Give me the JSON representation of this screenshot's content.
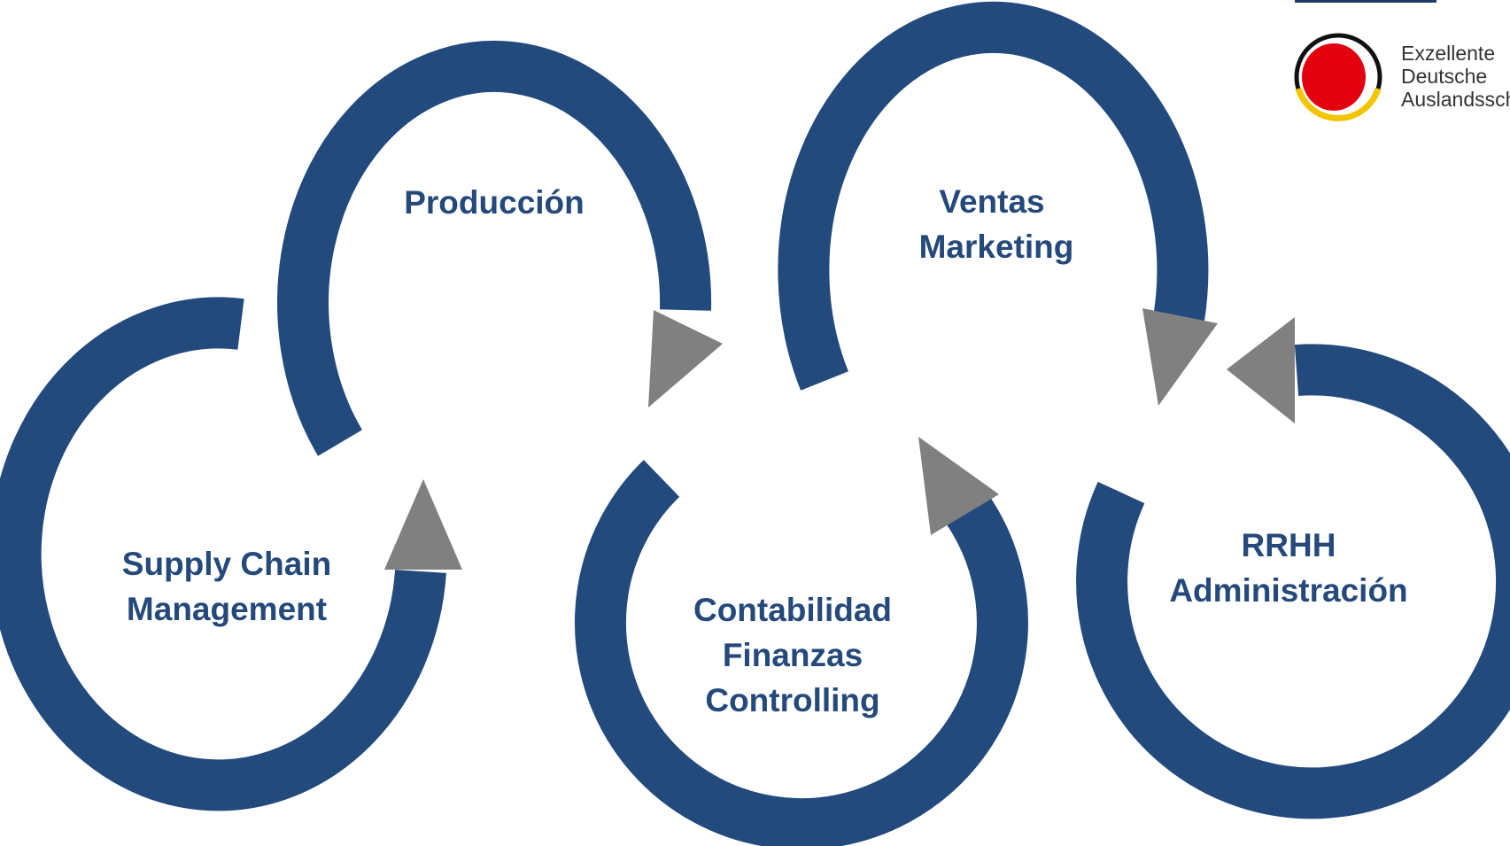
{
  "colors": {
    "ring": "#224a7c",
    "arrow": "#808080",
    "label": "#24497a",
    "logo_red": "#e3000f",
    "logo_gold": "#f2c500",
    "logo_black": "#111111"
  },
  "cycles": [
    {
      "id": "supply-chain",
      "lines": [
        "Supply Chain",
        "Management"
      ]
    },
    {
      "id": "produccion",
      "lines": [
        "Producción"
      ]
    },
    {
      "id": "contabilidad",
      "lines": [
        "Contabilidad",
        "Finanzas",
        "Controlling"
      ]
    },
    {
      "id": "ventas",
      "lines": [
        "Ventas",
        "Marketing"
      ]
    },
    {
      "id": "rrhh",
      "lines": [
        "RRHH",
        "Administración"
      ]
    }
  ],
  "logo": {
    "icon": "german-schools-abroad-logo",
    "lines": [
      "Exzellente",
      "Deutsche",
      "Auslandssch"
    ]
  }
}
